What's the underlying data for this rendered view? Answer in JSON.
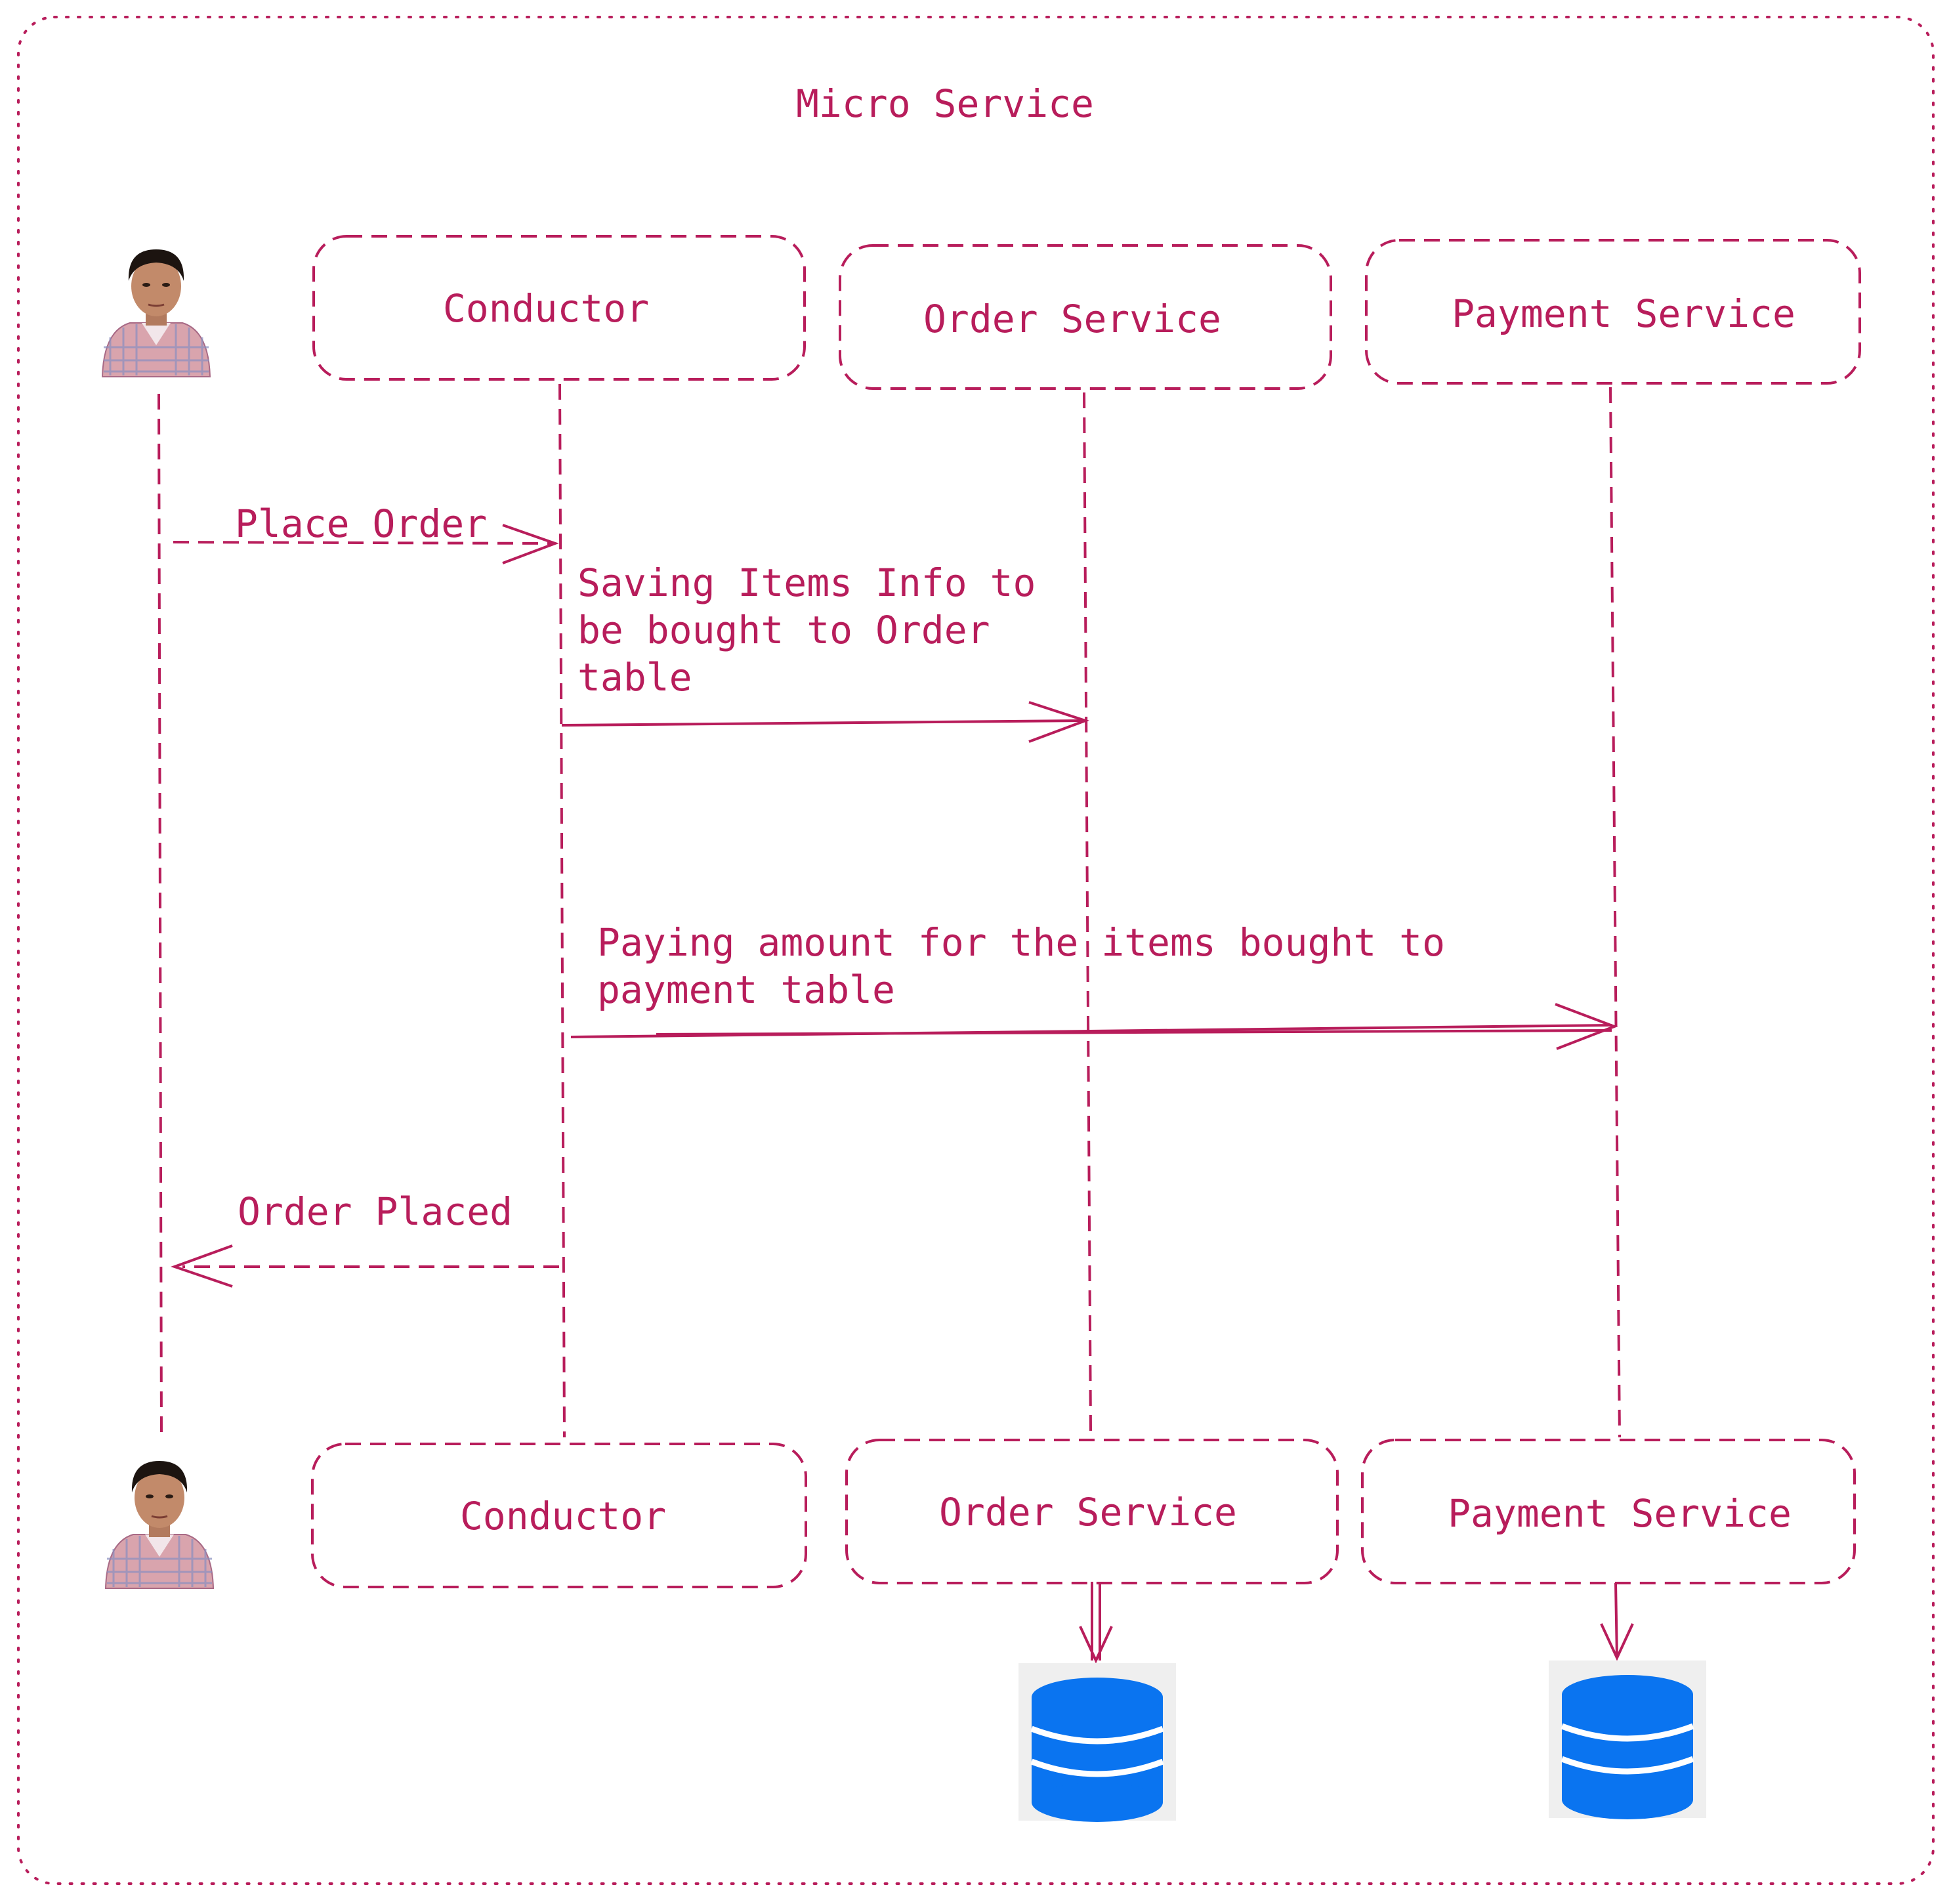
{
  "title": "Micro Service",
  "participants": {
    "conductor": "Conductor",
    "order": "Order Service",
    "payment": "Payment Service"
  },
  "messages": {
    "place_order": "Place Order",
    "saving_line1": "Saving Items Info to",
    "saving_line2": "be bought to Order",
    "saving_line3": "table",
    "paying_line1": "Paying amount for the items bought to",
    "paying_line2": "payment table",
    "order_placed": "Order Placed"
  },
  "icons": {
    "actor": "person-photo-icon",
    "database": "database-icon"
  },
  "colors": {
    "accent": "#b81d5b",
    "database": "#0a74f0"
  }
}
